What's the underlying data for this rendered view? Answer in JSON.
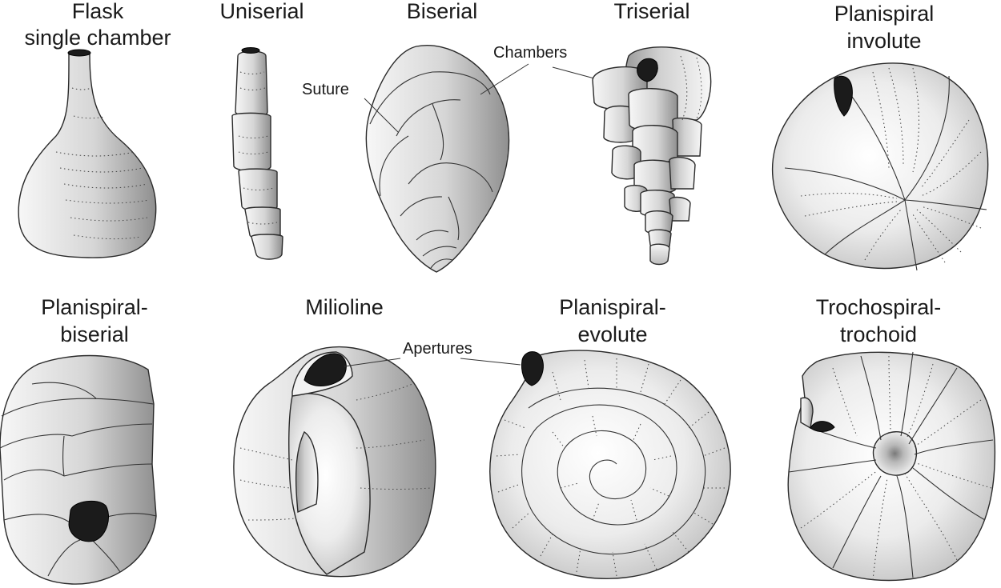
{
  "figure": {
    "types": [
      {
        "id": "flask",
        "lines": [
          "Flask",
          "single chamber"
        ]
      },
      {
        "id": "uniserial",
        "lines": [
          "Uniserial"
        ]
      },
      {
        "id": "biserial",
        "lines": [
          "Biserial"
        ]
      },
      {
        "id": "triserial",
        "lines": [
          "Triserial"
        ]
      },
      {
        "id": "planispiral-involute",
        "lines": [
          "Planispiral",
          "involute"
        ]
      },
      {
        "id": "planispiral-biserial",
        "lines": [
          "Planispiral-",
          "biserial"
        ]
      },
      {
        "id": "milioline",
        "lines": [
          "Milioline"
        ]
      },
      {
        "id": "planispiral-evolute",
        "lines": [
          "Planispiral-",
          "evolute"
        ]
      },
      {
        "id": "trochospiral-trochoid",
        "lines": [
          "Trochospiral-",
          "trochoid"
        ]
      }
    ],
    "annotations": {
      "suture": "Suture",
      "chambers": "Chambers",
      "apertures": "Apertures"
    },
    "colors": {
      "outline": "#2a2a2a",
      "shell_light": "#f4f4f4",
      "shell_dark": "#8c8c8c",
      "aperture": "#1b1b1b"
    }
  }
}
